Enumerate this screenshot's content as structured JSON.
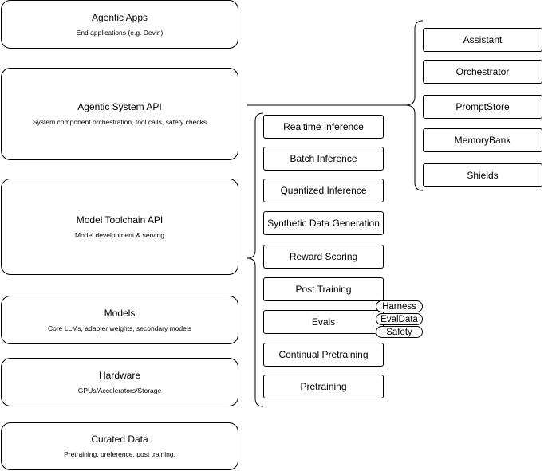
{
  "layers": [
    {
      "title": "Agentic Apps",
      "subtitle": "End applications (e.g. Devin)"
    },
    {
      "title": "Agentic System API",
      "subtitle": "System component orchestration, tool calls, safety checks"
    },
    {
      "title": "Model Toolchain API",
      "subtitle": "Model development & serving"
    },
    {
      "title": "Models",
      "subtitle": "Core LLMs, adapter weights, secondary models"
    },
    {
      "title": "Hardware",
      "subtitle": "GPUs/Accelerators/Storage"
    },
    {
      "title": "Curated Data",
      "subtitle": "Pretraining, preference, post training."
    }
  ],
  "system_components": [
    "Assistant",
    "Orchestrator",
    "PromptStore",
    "MemoryBank",
    "Shields"
  ],
  "toolchain_components": [
    "Realtime Inference",
    "Batch Inference",
    "Quantized Inference",
    "Synthetic Data Generation",
    "Reward Scoring",
    "Post Training",
    "Evals",
    "Continual Pretraining",
    "Pretraining"
  ],
  "eval_tags": [
    "Harness",
    "EvalData",
    "Safety"
  ]
}
